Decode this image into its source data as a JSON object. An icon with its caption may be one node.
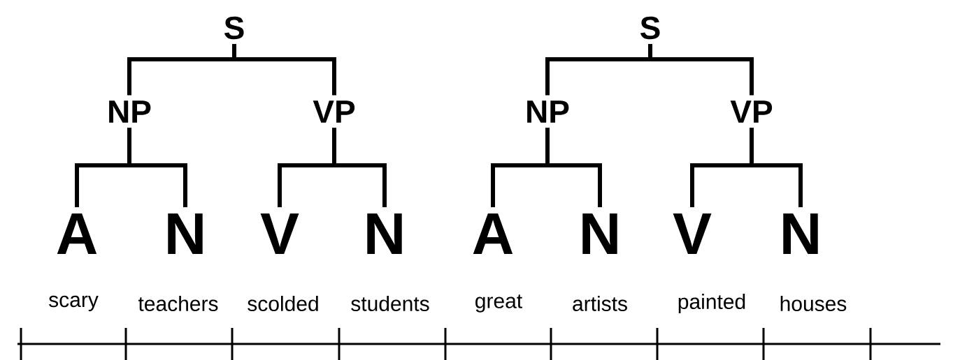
{
  "diagram": {
    "nodes": [
      {
        "text": [
          "S"
        ]
      },
      {
        "text": [
          "S"
        ]
      },
      {
        "text": [
          "NP"
        ]
      },
      {
        "text": [
          "VP"
        ]
      },
      {
        "text": [
          "NP"
        ]
      },
      {
        "text": [
          "VP"
        ]
      },
      {
        "text": [
          "A"
        ]
      },
      {
        "text": [
          "N"
        ]
      },
      {
        "text": [
          "V"
        ]
      },
      {
        "text": [
          "N"
        ]
      },
      {
        "text": [
          "A"
        ]
      },
      {
        "text": [
          "N"
        ]
      },
      {
        "text": [
          "V"
        ]
      },
      {
        "text": [
          "N"
        ]
      }
    ],
    "edges": [
      {
        "from": 0,
        "to": 2,
        "arrow": "none"
      },
      {
        "from": 0,
        "to": 3,
        "arrow": "none"
      },
      {
        "from": 1,
        "to": 4,
        "arrow": "none"
      },
      {
        "from": 1,
        "to": 5,
        "arrow": "none"
      },
      {
        "from": 2,
        "to": 6,
        "arrow": "none"
      },
      {
        "from": 2,
        "to": 7,
        "arrow": "none"
      },
      {
        "from": 3,
        "to": 8,
        "arrow": "none"
      },
      {
        "from": 3,
        "to": 9,
        "arrow": "none"
      },
      {
        "from": 4,
        "to": 10,
        "arrow": "none"
      },
      {
        "from": 4,
        "to": 11,
        "arrow": "none"
      },
      {
        "from": 5,
        "to": 12,
        "arrow": "none"
      },
      {
        "from": 5,
        "to": 13,
        "arrow": "none"
      }
    ],
    "labels": [
      "scary",
      "teachers",
      "scolded",
      "students",
      "great",
      "artists",
      "painted",
      "houses"
    ]
  }
}
